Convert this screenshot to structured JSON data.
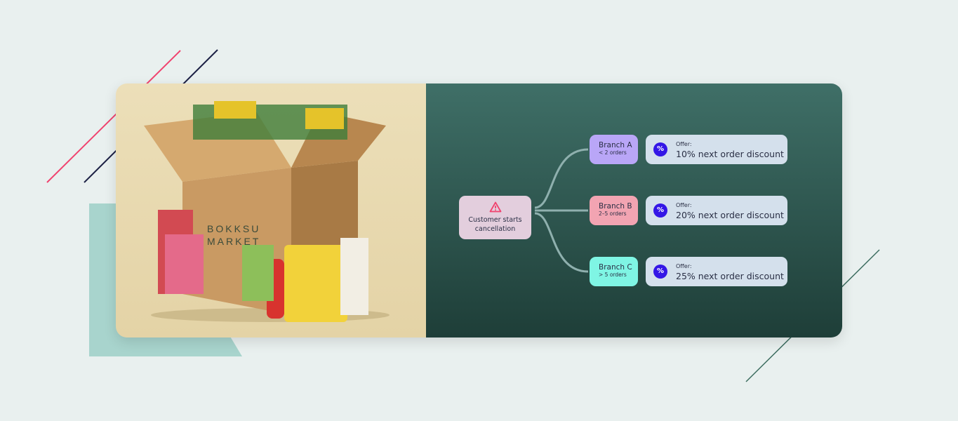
{
  "photo": {
    "brand_lettering": "BOKKSU MARKET",
    "description_icon": "snack-box-photo"
  },
  "flow": {
    "start": {
      "icon": "warning-triangle-icon",
      "label": "Customer starts cancellation"
    },
    "branches": [
      {
        "name": "Branch A",
        "condition": "< 2 orders",
        "color": "#b9a6f7",
        "offer_label": "Offer:",
        "offer": "10% next order discount"
      },
      {
        "name": "Branch B",
        "condition": "2–5 orders",
        "color": "#f2a4b2",
        "offer_label": "Offer:",
        "offer": "20% next order discount"
      },
      {
        "name": "Branch C",
        "condition": "> 5 orders",
        "color": "#7ff5e4",
        "offer_label": "Offer:",
        "offer": "25% next order discount"
      }
    ],
    "badge_symbol": "%"
  }
}
